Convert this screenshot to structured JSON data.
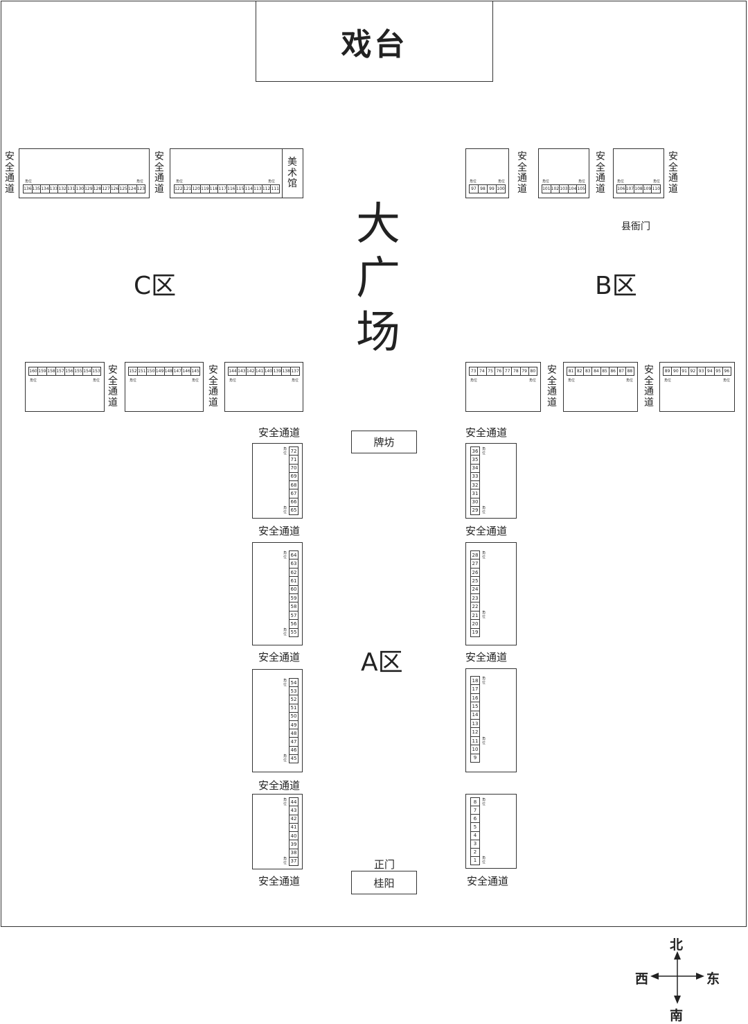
{
  "stage": "戏台",
  "plaza": [
    "大",
    "广",
    "场"
  ],
  "zones": {
    "a": "A区",
    "b": "B区",
    "c": "C区"
  },
  "aisle": "安全通道",
  "aisle_chars": [
    "安",
    "全",
    "通",
    "道"
  ],
  "museum_chars": [
    "美",
    "术",
    "馆"
  ],
  "county_gate": "县衙门",
  "paifang": "牌坊",
  "main_gate": "正门",
  "guiyang": "桂阳",
  "corner_label": "角位",
  "compass": {
    "north": "北",
    "south": "南",
    "east": "东",
    "west": "西"
  },
  "stalls": {
    "c_top_left": [
      "136",
      "135",
      "134",
      "133",
      "132",
      "131",
      "130",
      "129",
      "128",
      "127",
      "126",
      "125",
      "124",
      "123"
    ],
    "c_top_right": [
      "122",
      "121",
      "120",
      "119",
      "118",
      "117",
      "116",
      "115",
      "114",
      "113",
      "112",
      "111"
    ],
    "b_top_1": [
      "97",
      "98",
      "99",
      "100"
    ],
    "b_top_2": [
      "101",
      "102",
      "103",
      "104",
      "105"
    ],
    "b_top_3": [
      "106",
      "107",
      "108",
      "109",
      "110"
    ],
    "c_mid_1": [
      "160",
      "159",
      "158",
      "157",
      "156",
      "155",
      "154",
      "153"
    ],
    "c_mid_2": [
      "152",
      "151",
      "150",
      "149",
      "148",
      "147",
      "146",
      "145"
    ],
    "c_mid_3": [
      "144",
      "143",
      "142",
      "141",
      "140",
      "139",
      "138",
      "137"
    ],
    "b_mid_1": [
      "73",
      "74",
      "75",
      "76",
      "77",
      "78",
      "79",
      "80"
    ],
    "b_mid_2": [
      "81",
      "82",
      "83",
      "84",
      "85",
      "86",
      "87",
      "88"
    ],
    "b_mid_3": [
      "89",
      "90",
      "91",
      "92",
      "93",
      "94",
      "95",
      "96"
    ],
    "a_left_1": [
      "72",
      "71",
      "70",
      "69",
      "68",
      "67",
      "66",
      "65"
    ],
    "a_left_2": [
      "64",
      "63",
      "62",
      "61",
      "60",
      "59",
      "58",
      "57",
      "56",
      "55"
    ],
    "a_left_3": [
      "54",
      "53",
      "52",
      "51",
      "50",
      "49",
      "48",
      "47",
      "46",
      "45"
    ],
    "a_left_4": [
      "44",
      "43",
      "42",
      "41",
      "40",
      "39",
      "38",
      "37"
    ],
    "a_right_1": [
      "36",
      "35",
      "34",
      "33",
      "32",
      "31",
      "30",
      "29"
    ],
    "a_right_2": [
      "28",
      "27",
      "26",
      "25",
      "24",
      "23",
      "22",
      "21",
      "20",
      "19"
    ],
    "a_right_3": [
      "18",
      "17",
      "16",
      "15",
      "14",
      "13",
      "12",
      "11",
      "10",
      "9"
    ],
    "a_right_4": [
      "8",
      "7",
      "6",
      "5",
      "4",
      "3",
      "2",
      "1"
    ]
  }
}
